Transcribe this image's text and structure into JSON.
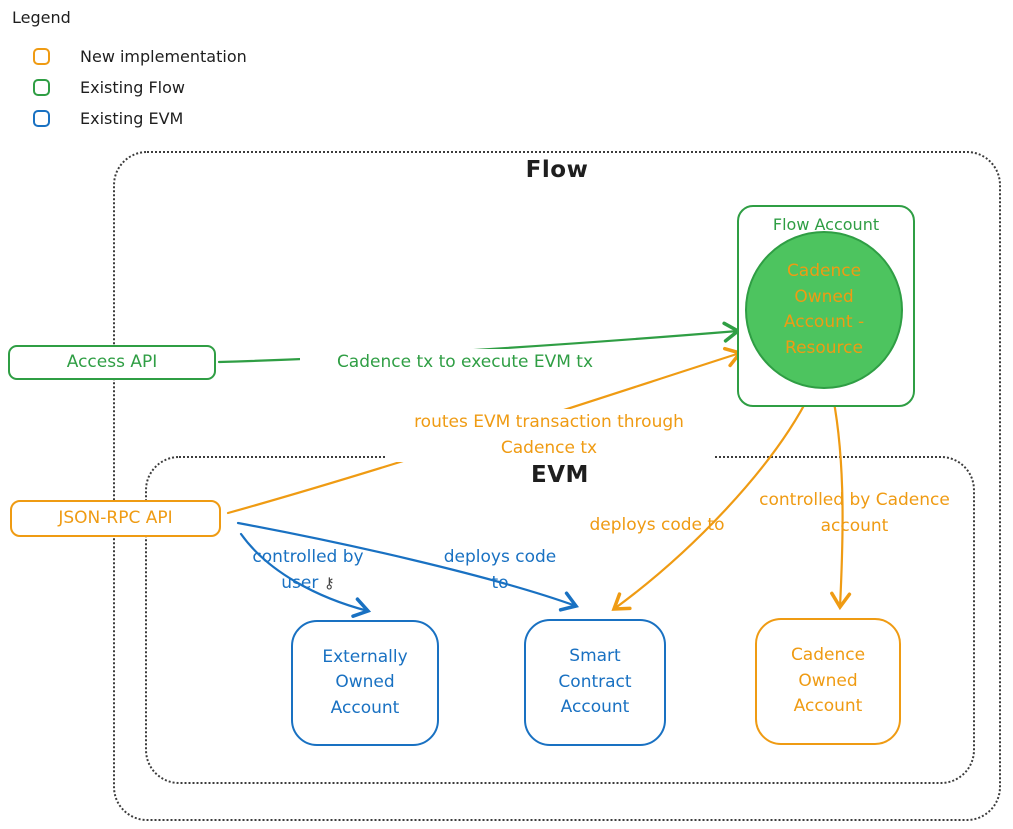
{
  "colors": {
    "new_implementation": "#ef9b13",
    "existing_flow": "#2f9e44",
    "existing_evm": "#1971c2",
    "circle_fill": "#4dc45f",
    "container_border": "#3c3c3c"
  },
  "legend": {
    "title": "Legend",
    "items": [
      {
        "label": "New implementation"
      },
      {
        "label": "Existing Flow"
      },
      {
        "label": "Existing EVM"
      }
    ]
  },
  "containers": {
    "flow": {
      "title": "Flow"
    },
    "evm": {
      "title": "EVM"
    }
  },
  "nodes": {
    "access_api": {
      "label": "Access API"
    },
    "json_rpc_api": {
      "label": "JSON-RPC API"
    },
    "flow_account": {
      "label": "Flow Account"
    },
    "cadence_owned_account_resource": {
      "label": "Cadence Owned Account - Resource"
    },
    "externally_owned_account": {
      "label": "Externally Owned Account"
    },
    "smart_contract_account": {
      "label": "Smart Contract Account"
    },
    "cadence_owned_account": {
      "label": "Cadence Owned Account"
    }
  },
  "edges": {
    "cadence_tx_to_execute": {
      "label": "Cadence tx to execute EVM tx"
    },
    "routes_evm_transaction": {
      "label": "routes EVM transaction through Cadence tx"
    },
    "controlled_by_user": {
      "label": "controlled by user",
      "icon": "⚷"
    },
    "json_rpc_deploys": {
      "label": "deploys code to"
    },
    "coa_deploys": {
      "label": "deploys code to"
    },
    "controlled_by_cadence_account": {
      "label": "controlled by Cadence account"
    }
  }
}
